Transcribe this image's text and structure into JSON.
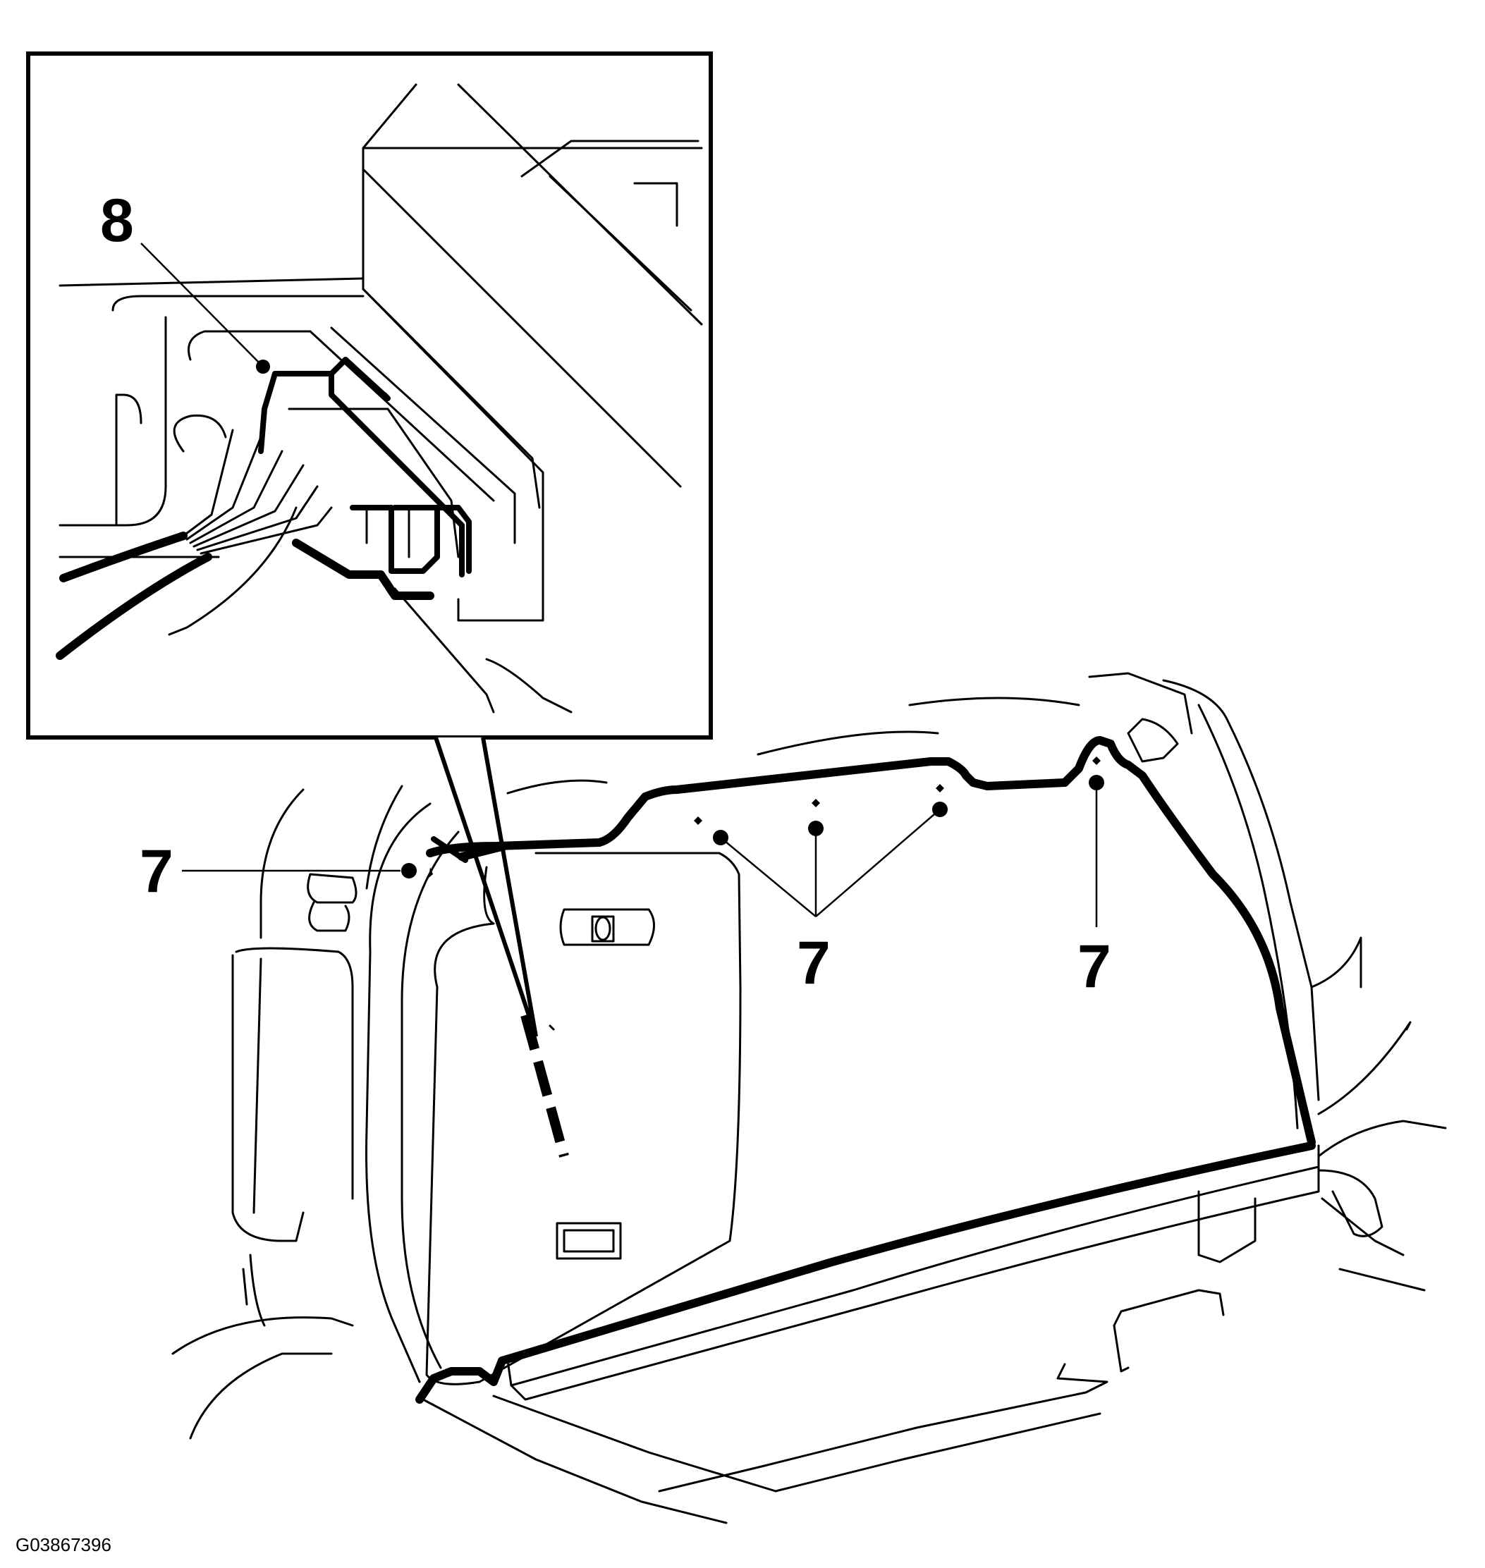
{
  "callouts": {
    "connector_label": "8",
    "fastener_label_left": "7",
    "fastener_label_center": "7",
    "fastener_label_right": "7"
  },
  "figure_id": "G03867396"
}
